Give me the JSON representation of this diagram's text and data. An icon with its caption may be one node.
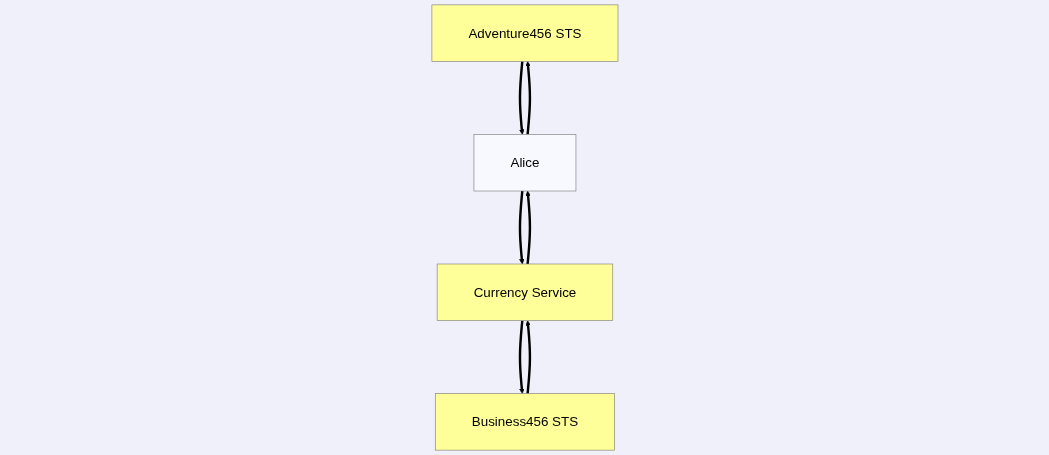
{
  "diagram": {
    "nodes": [
      {
        "text": [
          "Adventure456 STS"
        ]
      },
      {
        "text": [
          "Business456 STS"
        ]
      },
      {
        "text": [
          "Alice"
        ]
      },
      {
        "text": [
          "Currency Service"
        ]
      }
    ],
    "edges": [
      {
        "from": 2,
        "to": 0,
        "arrow": "to"
      },
      {
        "from": 0,
        "to": 2,
        "arrow": "to"
      },
      {
        "from": 2,
        "to": 3,
        "arrow": "to"
      },
      {
        "from": 3,
        "to": 2,
        "arrow": "to"
      },
      {
        "from": 3,
        "to": 1,
        "arrow": "to"
      },
      {
        "from": 1,
        "to": 3,
        "arrow": "to"
      }
    ]
  }
}
